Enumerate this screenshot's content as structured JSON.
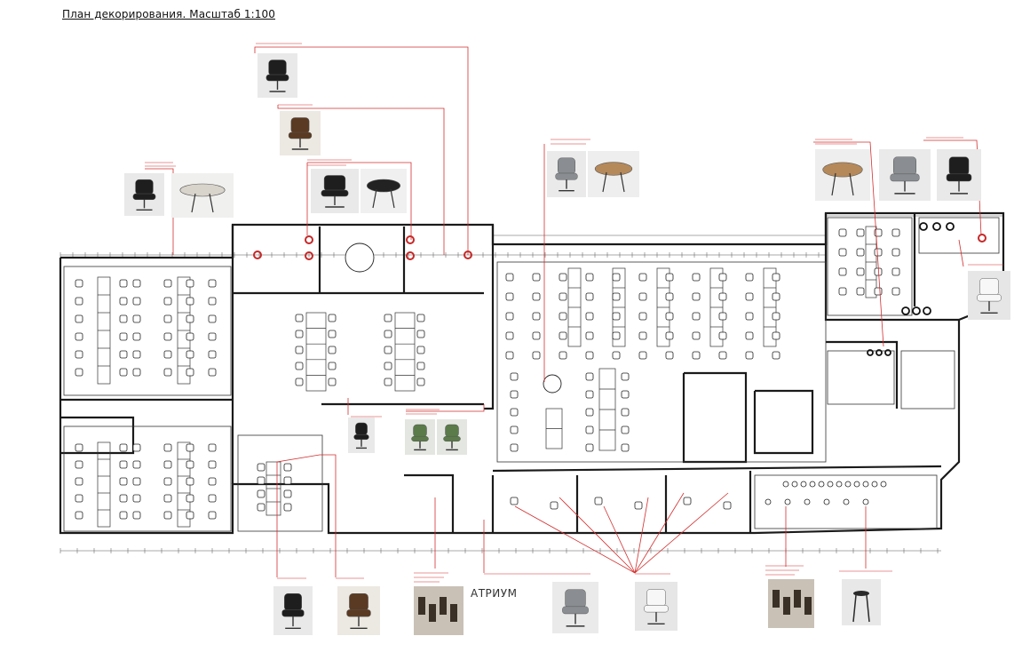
{
  "title": "План декорирования. Масштаб 1:100",
  "atrium_label": "АТРИУМ",
  "colors": {
    "wall": "#1a1a1a",
    "leader": "#d32f2f",
    "furniture": "#333333",
    "callout_dot": "#c62828"
  },
  "callouts": [
    {
      "id": "lounge-chair-and-round-table-left",
      "icons": [
        "armchair-icon",
        "round-table-icon"
      ]
    },
    {
      "id": "office-chair-top",
      "icons": [
        "office-chair-icon"
      ]
    },
    {
      "id": "swivel-chair-brown",
      "icons": [
        "swivel-chair-icon"
      ]
    },
    {
      "id": "armchair-and-side-table",
      "icons": [
        "armchair-icon",
        "side-table-icon"
      ]
    },
    {
      "id": "chair-and-round-table-center",
      "icons": [
        "office-chair-icon",
        "round-table-icon"
      ]
    },
    {
      "id": "coffee-tables-and-chairs-right",
      "icons": [
        "nesting-tables-icon",
        "lounge-chair-icon",
        "office-chair-icon"
      ]
    },
    {
      "id": "white-chair-right",
      "icons": [
        "shell-chair-icon"
      ]
    },
    {
      "id": "chair-meeting-left",
      "icons": [
        "office-chair-icon"
      ]
    },
    {
      "id": "green-lounge-chairs",
      "icons": [
        "lounge-chair-icon",
        "lounge-chair-icon"
      ]
    },
    {
      "id": "conference-chair-black",
      "icons": [
        "cantilever-chair-icon"
      ]
    },
    {
      "id": "chaise-longue-brown",
      "icons": [
        "chaise-icon"
      ]
    },
    {
      "id": "decor-panel-left",
      "icons": [
        "wall-decor-icon"
      ]
    },
    {
      "id": "grey-armchair-bottom",
      "icons": [
        "lounge-chair-icon"
      ]
    },
    {
      "id": "white-chair-bottom",
      "icons": [
        "shell-chair-icon"
      ]
    },
    {
      "id": "decor-panel-right",
      "icons": [
        "wall-decor-icon"
      ]
    },
    {
      "id": "bar-stool",
      "icons": [
        "bar-stool-icon"
      ]
    }
  ]
}
